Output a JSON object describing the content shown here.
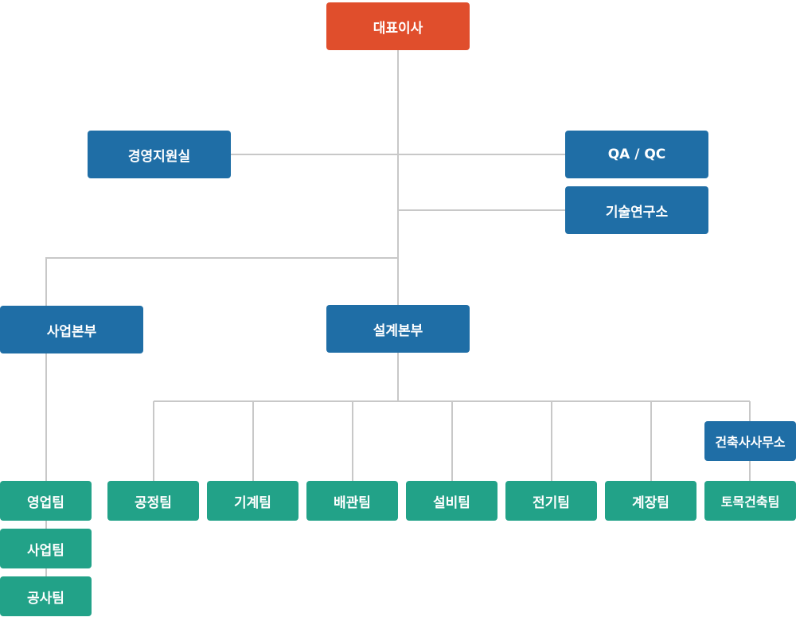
{
  "ceo": "대표이사",
  "management_support": "경영지원실",
  "qa_qc": "QA / QC",
  "rnd": "기술연구소",
  "business_division": {
    "label": "사업본부",
    "teams": [
      "영업팀",
      "사업팀",
      "공사팀"
    ]
  },
  "design_division": {
    "label": "설계본부",
    "teams": [
      "공정팀",
      "기계팀",
      "배관팀",
      "설비팀",
      "전기팀",
      "계장팀"
    ],
    "architecture_office": "건축사사무소",
    "civil_team": "토목건축팀"
  },
  "colors": {
    "ceo": "#e04e2c",
    "division": "#1f6ea6",
    "team": "#22a288",
    "connector": "#c8c8c8"
  }
}
